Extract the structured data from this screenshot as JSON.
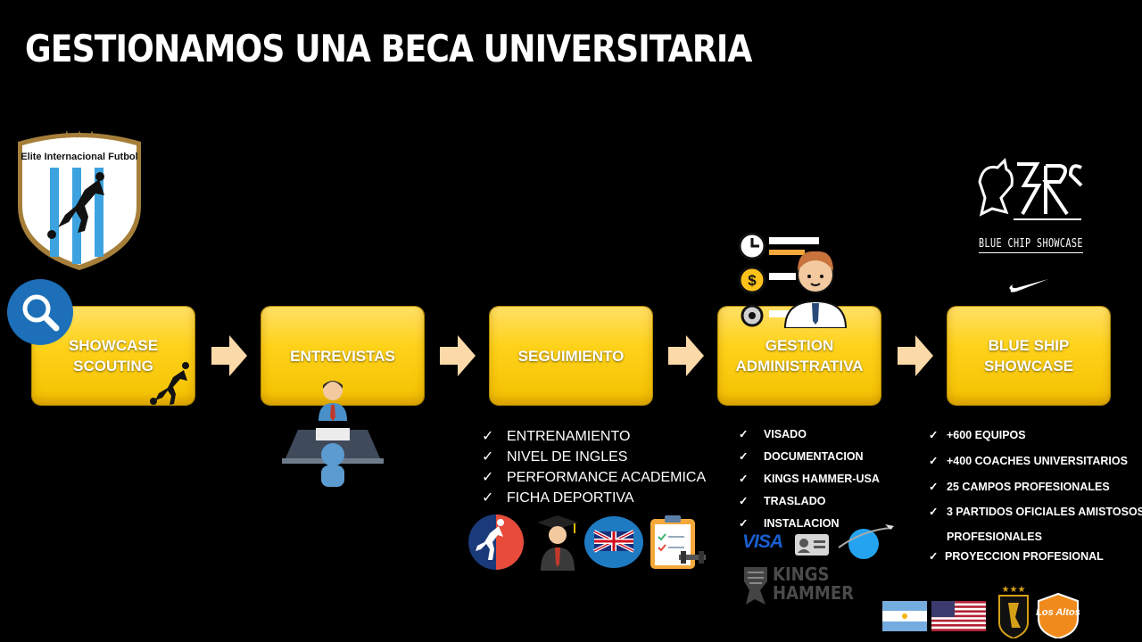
{
  "title": "GESTIONAMOS UNA BECA UNIVERSITARIA",
  "logo": {
    "text": "Elite Internacional Futbol"
  },
  "steps": [
    {
      "label": "SHOWCASE\nSCOUTING"
    },
    {
      "label": "ENTREVISTAS"
    },
    {
      "label": "SEGUIMIENTO"
    },
    {
      "label": "GESTION\nADMINISTRATIVA"
    },
    {
      "label": "BLUE SHIP\nSHOWCASE"
    }
  ],
  "seguimiento_items": [
    "ENTRENAMIENTO",
    "NIVEL DE INGLES",
    "PERFORMANCE ACADEMICA",
    "FICHA DEPORTIVA"
  ],
  "gestion_items": [
    "VISADO",
    "DOCUMENTACION",
    "KINGS HAMMER-USA",
    "TRASLADO",
    "INSTALACION"
  ],
  "showcase_items": [
    "+600 EQUIPOS",
    "+400  COACHES UNIVERSITARIOS",
    "25 CAMPOS  PROFESIONALES",
    "3 PARTIDOS  OFICIALES AMISTOSOS",
    "PROFESIONALES",
    "PROYECCION   PROFESIONAL"
  ],
  "brands": {
    "visa": "VISA",
    "kings1": "KINGS",
    "kings2": "HAMMER",
    "bluechip": "BLUE CHIP SHOWCASE"
  },
  "colors": {
    "step": "#ffd21a",
    "arrow": "#fcd9a8",
    "check": "#ffffff"
  },
  "icons": [
    "search-icon",
    "player-icon",
    "interview-icon",
    "admin-person-icon",
    "soccer-ball-icon",
    "graduate-icon",
    "english-flag-icon",
    "clipboard-icon",
    "id-card-icon",
    "plane-globe-icon",
    "argentina-flag-icon",
    "usa-flag-icon",
    "check-icon"
  ]
}
